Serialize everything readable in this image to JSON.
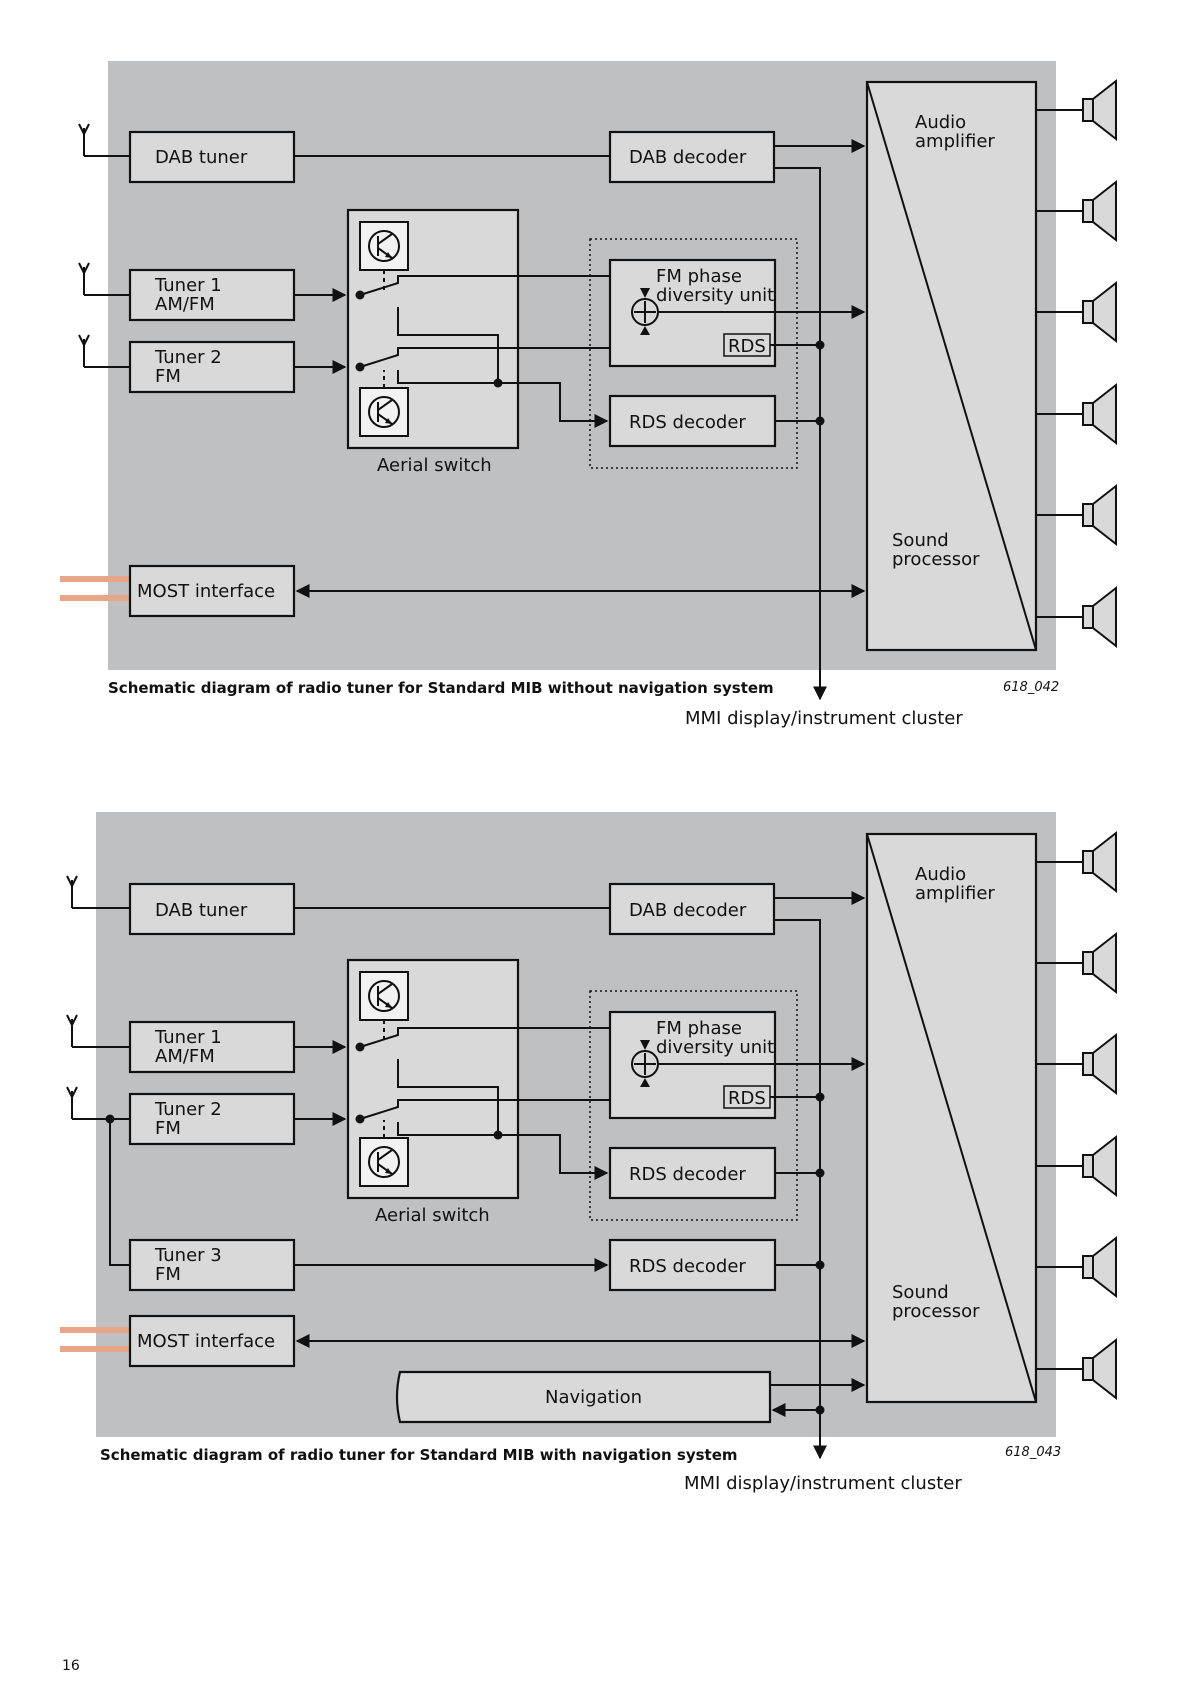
{
  "diagram1": {
    "labels": {
      "dab_tuner": "DAB tuner",
      "dab_decoder": "DAB decoder",
      "tuner1_l1": "Tuner 1",
      "tuner1_l2": "AM/FM",
      "tuner2_l1": "Tuner 2",
      "tuner2_l2": "FM",
      "fm_phase_l1": "FM phase",
      "fm_phase_l2": "diversity unit",
      "rds_tag": "RDS",
      "rds_decoder": "RDS decoder",
      "aerial_switch": "Aerial switch",
      "most_interface": "MOST interface",
      "audio_amp_l1": "Audio",
      "audio_amp_l2": "amplifier",
      "sound_proc_l1": "Sound",
      "sound_proc_l2": "processor",
      "mmi_display": "MMI display/instrument cluster"
    },
    "caption": "Schematic diagram of radio tuner for Standard MIB without navigation system",
    "figure_id": "618_042"
  },
  "diagram2": {
    "labels": {
      "dab_tuner": "DAB tuner",
      "dab_decoder": "DAB decoder",
      "tuner1_l1": "Tuner 1",
      "tuner1_l2": "AM/FM",
      "tuner2_l1": "Tuner 2",
      "tuner2_l2": "FM",
      "tuner3_l1": "Tuner 3",
      "tuner3_l2": "FM",
      "fm_phase_l1": "FM phase",
      "fm_phase_l2": "diversity unit",
      "rds_tag": "RDS",
      "rds_decoder_1": "RDS decoder",
      "rds_decoder_2": "RDS decoder",
      "aerial_switch": "Aerial switch",
      "most_interface": "MOST interface",
      "navigation": "Navigation",
      "audio_amp_l1": "Audio",
      "audio_amp_l2": "amplifier",
      "sound_proc_l1": "Sound",
      "sound_proc_l2": "processor",
      "mmi_display": "MMI display/instrument cluster"
    },
    "caption": "Schematic diagram of radio tuner for Standard MIB with navigation system",
    "figure_id": "618_043"
  },
  "page_number": "16",
  "colors": {
    "panel": "#bfc0c2",
    "box": "#d9d9d9",
    "fiber": "#e7a58a"
  }
}
